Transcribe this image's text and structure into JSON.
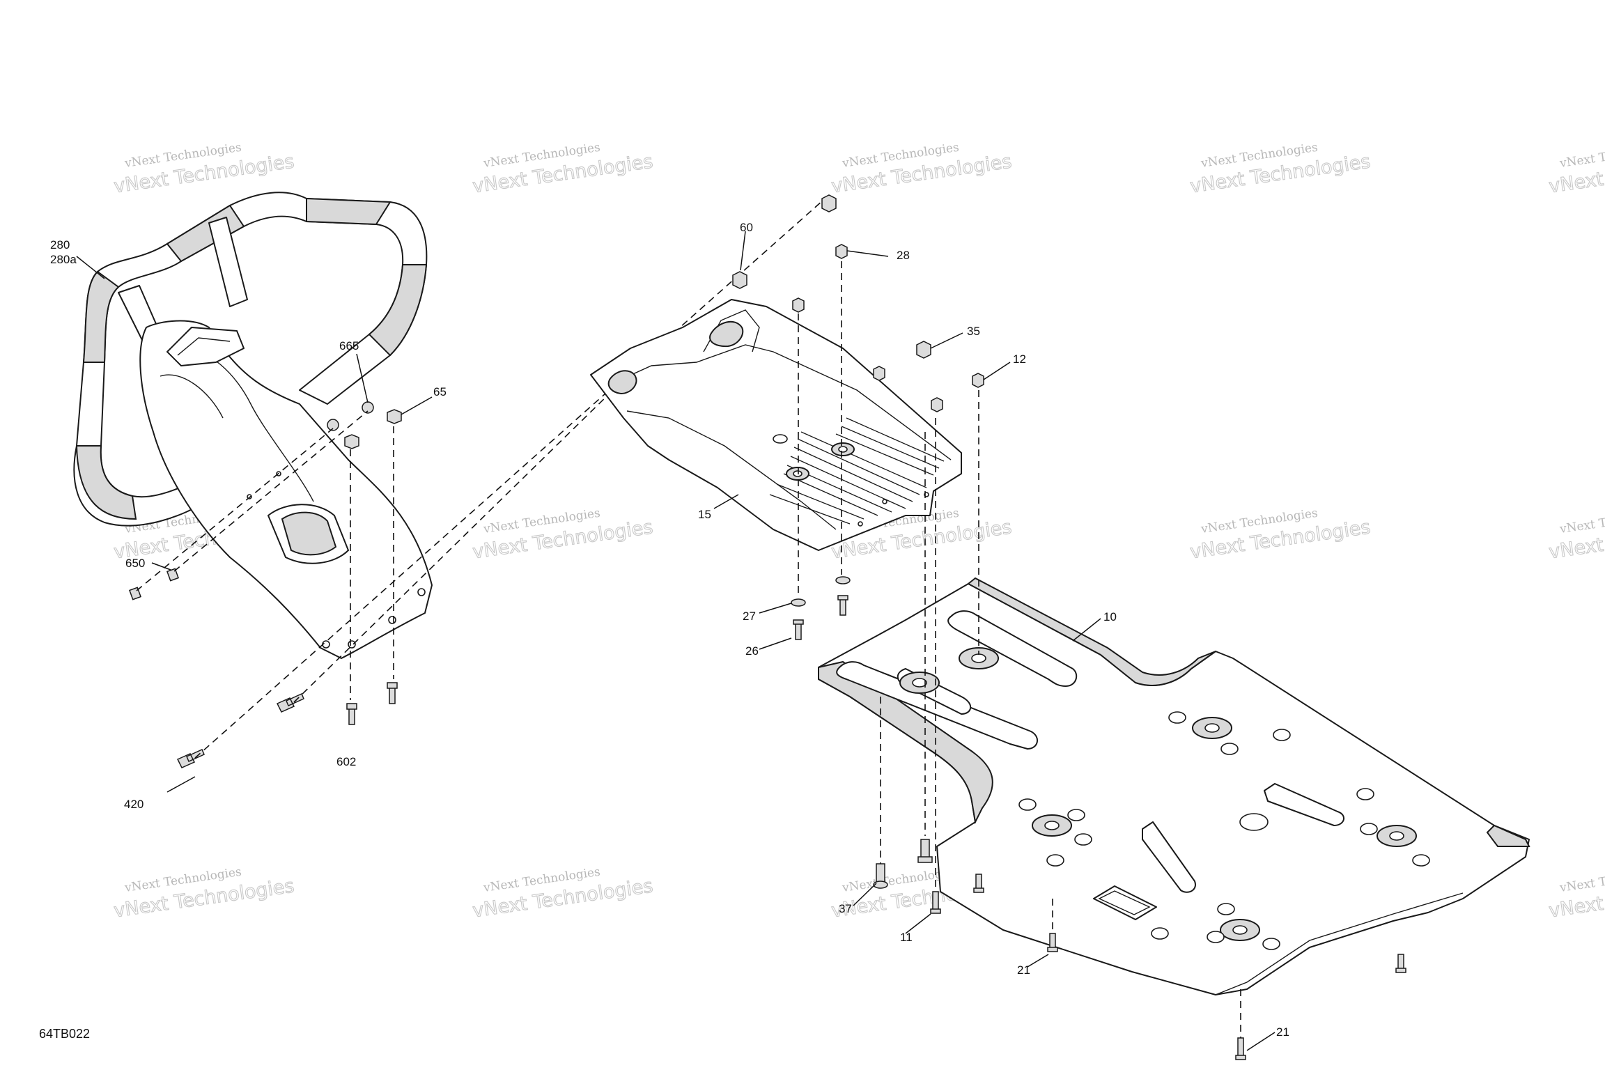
{
  "figure_code": "64TB022",
  "watermark": {
    "line1": "vNext Technologies",
    "line2": "vNext Technologies"
  },
  "callouts": [
    {
      "id": "c280",
      "text": "280"
    },
    {
      "id": "c280a",
      "text": "280a"
    },
    {
      "id": "c665",
      "text": "665"
    },
    {
      "id": "c65",
      "text": "65"
    },
    {
      "id": "c650",
      "text": "650"
    },
    {
      "id": "c602",
      "text": "602"
    },
    {
      "id": "c420",
      "text": "420"
    },
    {
      "id": "c60",
      "text": "60"
    },
    {
      "id": "c28",
      "text": "28"
    },
    {
      "id": "c35",
      "text": "35"
    },
    {
      "id": "c12",
      "text": "12"
    },
    {
      "id": "c15",
      "text": "15"
    },
    {
      "id": "c27",
      "text": "27"
    },
    {
      "id": "c26",
      "text": "26"
    },
    {
      "id": "c10",
      "text": "10"
    },
    {
      "id": "c37",
      "text": "37"
    },
    {
      "id": "c11",
      "text": "11"
    },
    {
      "id": "c21a",
      "text": "21"
    },
    {
      "id": "c21b",
      "text": "21"
    }
  ],
  "colors": {
    "line": "#1a1a1a",
    "shade": "#d9d9d9",
    "watermark": "#b8b8b8"
  }
}
